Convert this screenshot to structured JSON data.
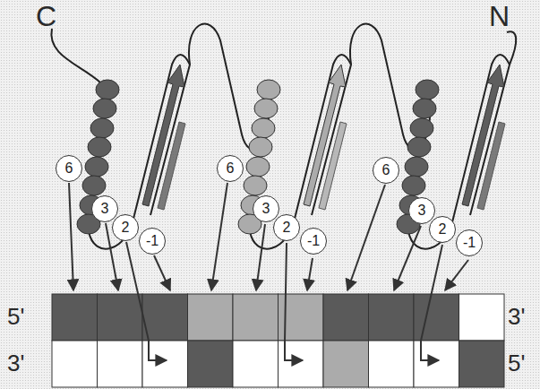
{
  "diagram": {
    "nodes": [
      {
        "text": [
          "6"
        ]
      },
      {
        "text": [
          "3"
        ]
      },
      {
        "text": [
          "2"
        ]
      },
      {
        "text": [
          "-1"
        ]
      },
      {
        "text": [
          "6"
        ]
      },
      {
        "text": [
          "3"
        ]
      },
      {
        "text": [
          "2"
        ]
      },
      {
        "text": [
          "-1"
        ]
      },
      {
        "text": [
          "6"
        ]
      },
      {
        "text": [
          "3"
        ]
      },
      {
        "text": [
          "2"
        ]
      },
      {
        "text": [
          "-1"
        ]
      }
    ],
    "labels": [
      "C",
      "N",
      "5'",
      "3'",
      "3'",
      "5'"
    ]
  }
}
